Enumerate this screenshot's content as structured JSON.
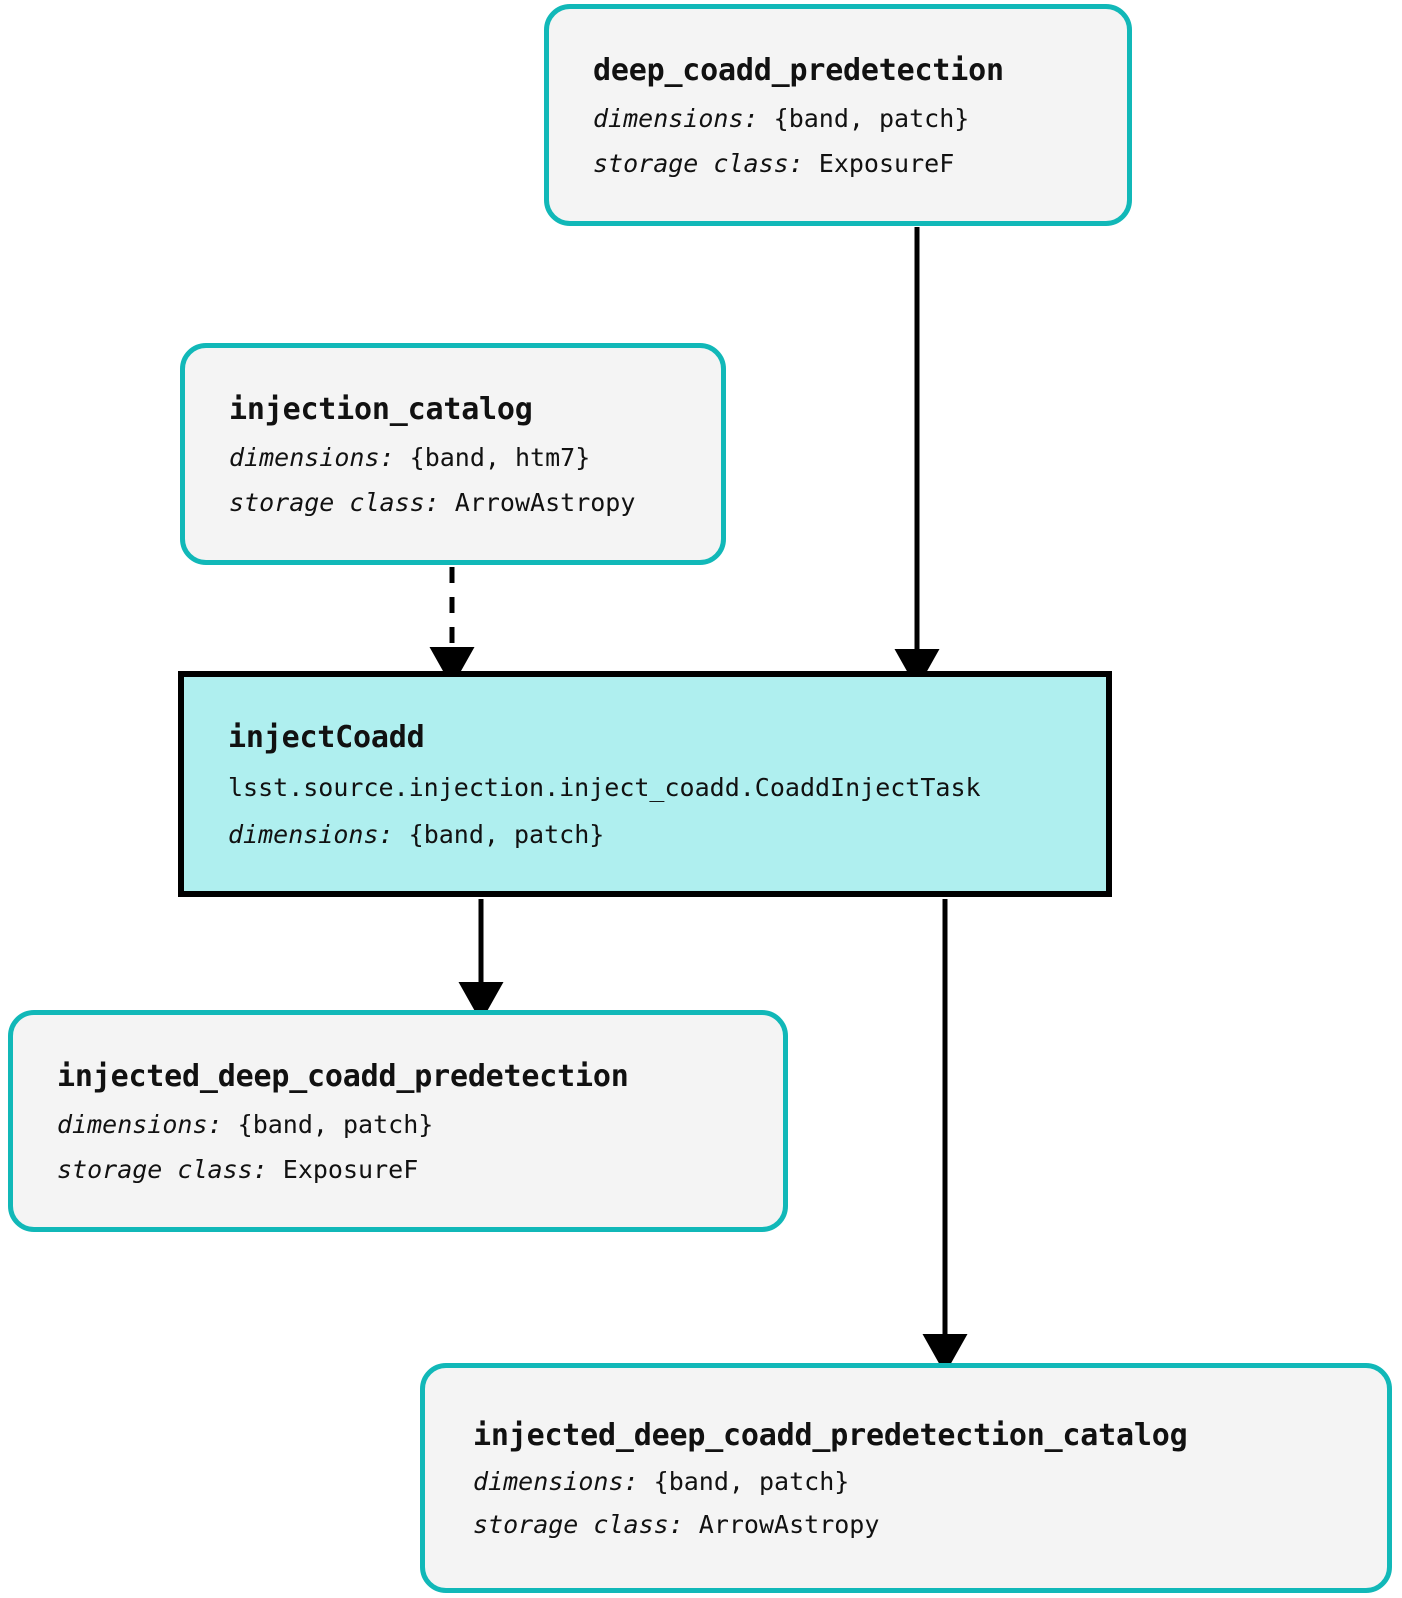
{
  "diagram": {
    "type": "pipeline-dag",
    "accent_color": "#11B8B8",
    "task_fill_color": "#AFEFEF",
    "dataset_fill_color": "#F4F4F4",
    "edge_color": "#000000"
  },
  "labels": {
    "dimensions_key": "dimensions:",
    "storage_class_key": "storage class:"
  },
  "nodes": {
    "deep_coadd_predetection": {
      "title": "deep_coadd_predetection",
      "dimensions": "{band, patch}",
      "storage_class": "ExposureF",
      "kind": "dataset"
    },
    "injection_catalog": {
      "title": "injection_catalog",
      "dimensions": "{band, htm7}",
      "storage_class": "ArrowAstropy",
      "kind": "dataset"
    },
    "inject_coadd": {
      "title": "injectCoadd",
      "task_class": "lsst.source.injection.inject_coadd.CoaddInjectTask",
      "dimensions": "{band, patch}",
      "kind": "task"
    },
    "injected_deep_coadd_predetection": {
      "title": "injected_deep_coadd_predetection",
      "dimensions": "{band, patch}",
      "storage_class": "ExposureF",
      "kind": "dataset"
    },
    "injected_deep_coadd_predetection_catalog": {
      "title": "injected_deep_coadd_predetection_catalog",
      "dimensions": "{band, patch}",
      "storage_class": "ArrowAstropy",
      "kind": "dataset"
    }
  },
  "edges": [
    {
      "from": "deep_coadd_predetection",
      "to": "inject_coadd",
      "style": "solid"
    },
    {
      "from": "injection_catalog",
      "to": "inject_coadd",
      "style": "dashed"
    },
    {
      "from": "inject_coadd",
      "to": "injected_deep_coadd_predetection",
      "style": "solid"
    },
    {
      "from": "inject_coadd",
      "to": "injected_deep_coadd_predetection_catalog",
      "style": "solid"
    }
  ]
}
